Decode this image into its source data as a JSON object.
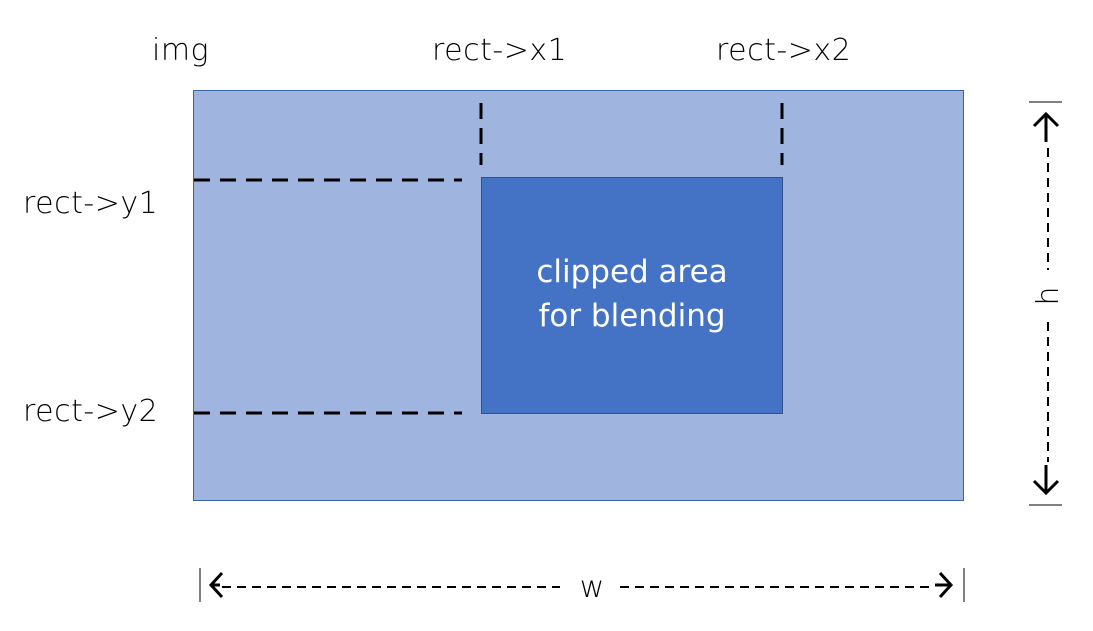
{
  "diagram": {
    "labels": {
      "img": "img",
      "x1": "rect->x1",
      "x2": "rect->x2",
      "y1": "rect->y1",
      "y2": "rect->y2",
      "width": "w",
      "height": "h"
    },
    "clip_rect": {
      "line1": "clipped area",
      "line2": "for blending"
    },
    "colors": {
      "image_fill": "#9fb5e0",
      "image_border": "#3b63a8",
      "clip_fill": "#4472c4",
      "clip_border": "#2f528f",
      "line": "#000000",
      "inner_text": "#ffffff"
    }
  }
}
